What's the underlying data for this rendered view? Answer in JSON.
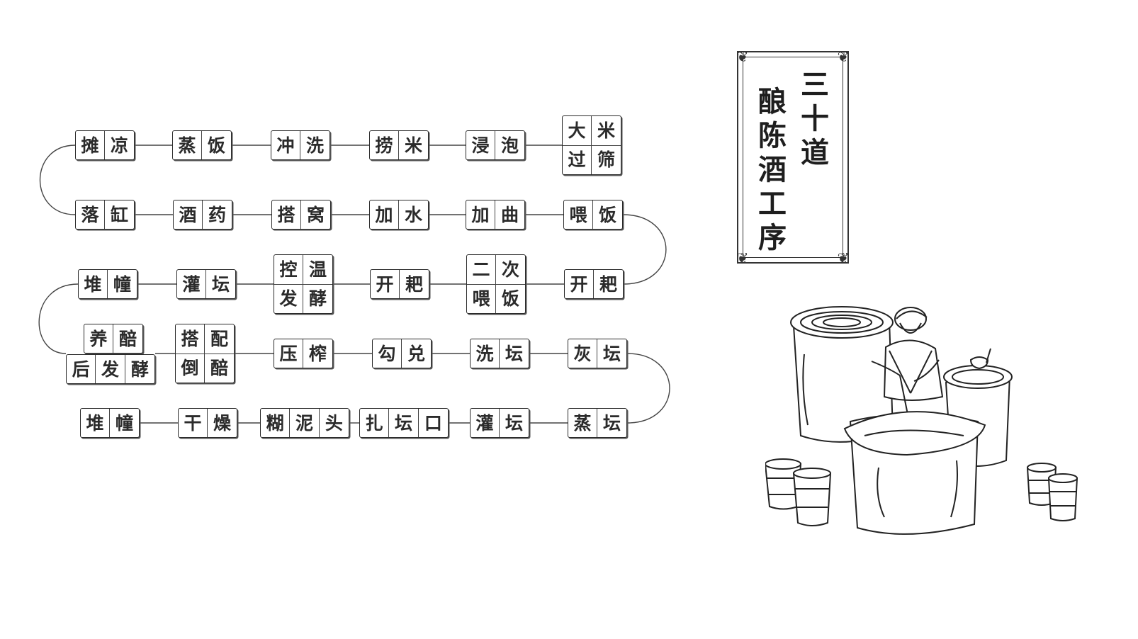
{
  "title": {
    "column_right": [
      "三",
      "十",
      "道"
    ],
    "column_left": [
      "酿",
      "陈",
      "酒",
      "工",
      "序"
    ]
  },
  "rows": [
    [
      {
        "cols": 2,
        "chars": [
          "摊",
          "凉"
        ]
      },
      {
        "cols": 2,
        "chars": [
          "蒸",
          "饭"
        ]
      },
      {
        "cols": 2,
        "chars": [
          "冲",
          "洗"
        ]
      },
      {
        "cols": 2,
        "chars": [
          "捞",
          "米"
        ]
      },
      {
        "cols": 2,
        "chars": [
          "浸",
          "泡"
        ]
      },
      {
        "cols": 2,
        "chars": [
          "大",
          "米",
          "过",
          "筛"
        ]
      }
    ],
    [
      {
        "cols": 2,
        "chars": [
          "落",
          "缸"
        ]
      },
      {
        "cols": 2,
        "chars": [
          "酒",
          "药"
        ]
      },
      {
        "cols": 2,
        "chars": [
          "搭",
          "窝"
        ]
      },
      {
        "cols": 2,
        "chars": [
          "加",
          "水"
        ]
      },
      {
        "cols": 2,
        "chars": [
          "加",
          "曲"
        ]
      },
      {
        "cols": 2,
        "chars": [
          "喂",
          "饭"
        ]
      }
    ],
    [
      {
        "cols": 2,
        "chars": [
          "堆",
          "幢"
        ]
      },
      {
        "cols": 2,
        "chars": [
          "灌",
          "坛"
        ]
      },
      {
        "cols": 2,
        "chars": [
          "控",
          "温",
          "发",
          "酵"
        ]
      },
      {
        "cols": 2,
        "chars": [
          "开",
          "耙"
        ]
      },
      {
        "cols": 2,
        "chars": [
          "二",
          "次",
          "喂",
          "饭"
        ]
      },
      {
        "cols": 2,
        "chars": [
          "开",
          "耙"
        ]
      }
    ],
    [
      {
        "cols": 2,
        "chars": [
          "养",
          "醅"
        ]
      },
      {
        "cols": 3,
        "chars": [
          "后",
          "发",
          "酵"
        ]
      },
      {
        "cols": 2,
        "chars": [
          "搭",
          "配",
          "倒",
          "醅"
        ]
      },
      {
        "cols": 2,
        "chars": [
          "压",
          "榨"
        ]
      },
      {
        "cols": 2,
        "chars": [
          "勾",
          "兑"
        ]
      },
      {
        "cols": 2,
        "chars": [
          "洗",
          "坛"
        ]
      },
      {
        "cols": 2,
        "chars": [
          "灰",
          "坛"
        ]
      }
    ],
    [
      {
        "cols": 2,
        "chars": [
          "堆",
          "幢"
        ]
      },
      {
        "cols": 2,
        "chars": [
          "干",
          "燥"
        ]
      },
      {
        "cols": 3,
        "chars": [
          "糊",
          "泥",
          "头"
        ]
      },
      {
        "cols": 3,
        "chars": [
          "扎",
          "坛",
          "口"
        ]
      },
      {
        "cols": 2,
        "chars": [
          "灌",
          "坛"
        ]
      },
      {
        "cols": 2,
        "chars": [
          "蒸",
          "坛"
        ]
      }
    ]
  ],
  "illustration": {
    "icon": "winemaker-stirring-vat-icon"
  }
}
